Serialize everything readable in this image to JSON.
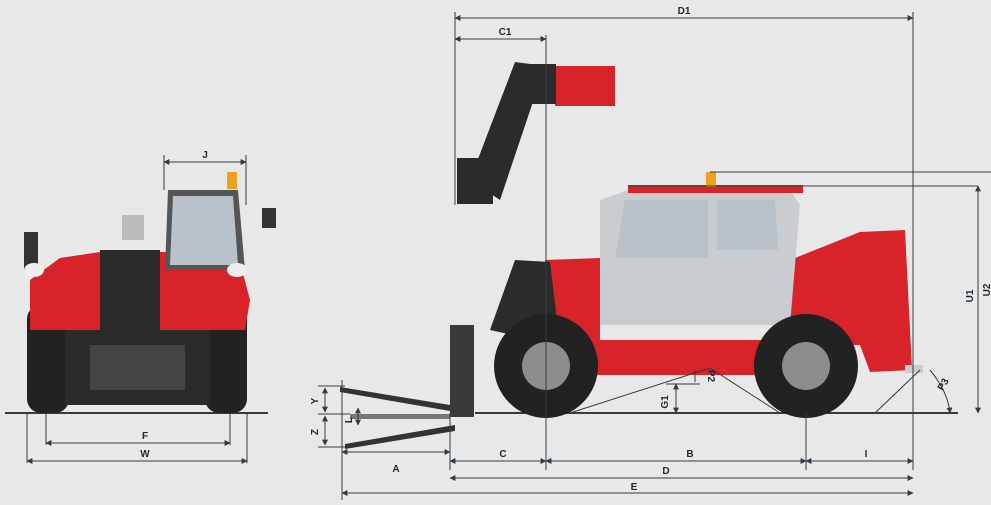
{
  "labels": {
    "D1": "D1",
    "C1": "C1",
    "J": "J",
    "F": "F",
    "W": "W",
    "A": "A",
    "C": "C",
    "B": "B",
    "D": "D",
    "I": "I",
    "E": "E",
    "Y": "Y",
    "Z": "Z",
    "L": "L",
    "G1": "G1",
    "P2": "P2",
    "P3": "P3",
    "U1": "U1",
    "U2": "U2"
  },
  "colors": {
    "background": "#e8e8e8",
    "machine_red": "#d8232a",
    "dimension_line": "#2f3b45"
  }
}
